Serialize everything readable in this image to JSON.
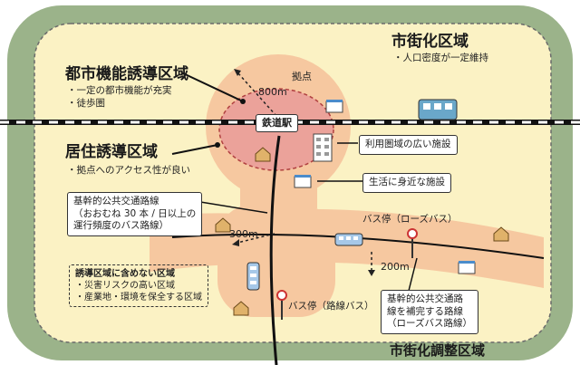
{
  "zones": {
    "urban_area": {
      "title": "市街化区域",
      "notes": [
        "人口密度が一定維持"
      ]
    },
    "urban_function": {
      "title": "都市機能誘導区域",
      "notes": [
        "一定の都市機能が充実",
        "徒歩圏"
      ]
    },
    "residential": {
      "title": "居住誘導区域",
      "notes": [
        "拠点へのアクセス性が良い"
      ]
    },
    "control_area": {
      "title": "市街化調整区域"
    }
  },
  "labels": {
    "hub": "拠点",
    "station": "鉄道駅",
    "r800": "800m",
    "r300": "300m",
    "r200": "200m",
    "wide_facility": "利用圏域の広い施設",
    "daily_facility": "生活に身近な施設",
    "bus_stop_rose": "バス停（ローズバス）",
    "bus_stop_route": "バス停（路線バス）"
  },
  "boxes": {
    "trunk": [
      "基幹的公共交通路線",
      "（おおむね 30 本 / 日以上の",
      "運行頻度のバス路線）"
    ],
    "excluded_title": "誘導区域に含めない区域",
    "excluded_items": [
      "災害リスクの高い区域",
      "産業地・環境を保全する区域"
    ],
    "supplement": [
      "基幹的公共交通路",
      "線を補完する路線",
      "（ローズバス路線）"
    ]
  },
  "colors": {
    "control_green": "#9bb38a",
    "urban_yellow": "#fbf2c4",
    "walk_orange": "#f6c8a0",
    "core_red": "#eba29a"
  },
  "icons": [
    "train-icon",
    "bus-icon",
    "house-icon",
    "shop-icon",
    "building-icon",
    "bus-stop-icon"
  ]
}
